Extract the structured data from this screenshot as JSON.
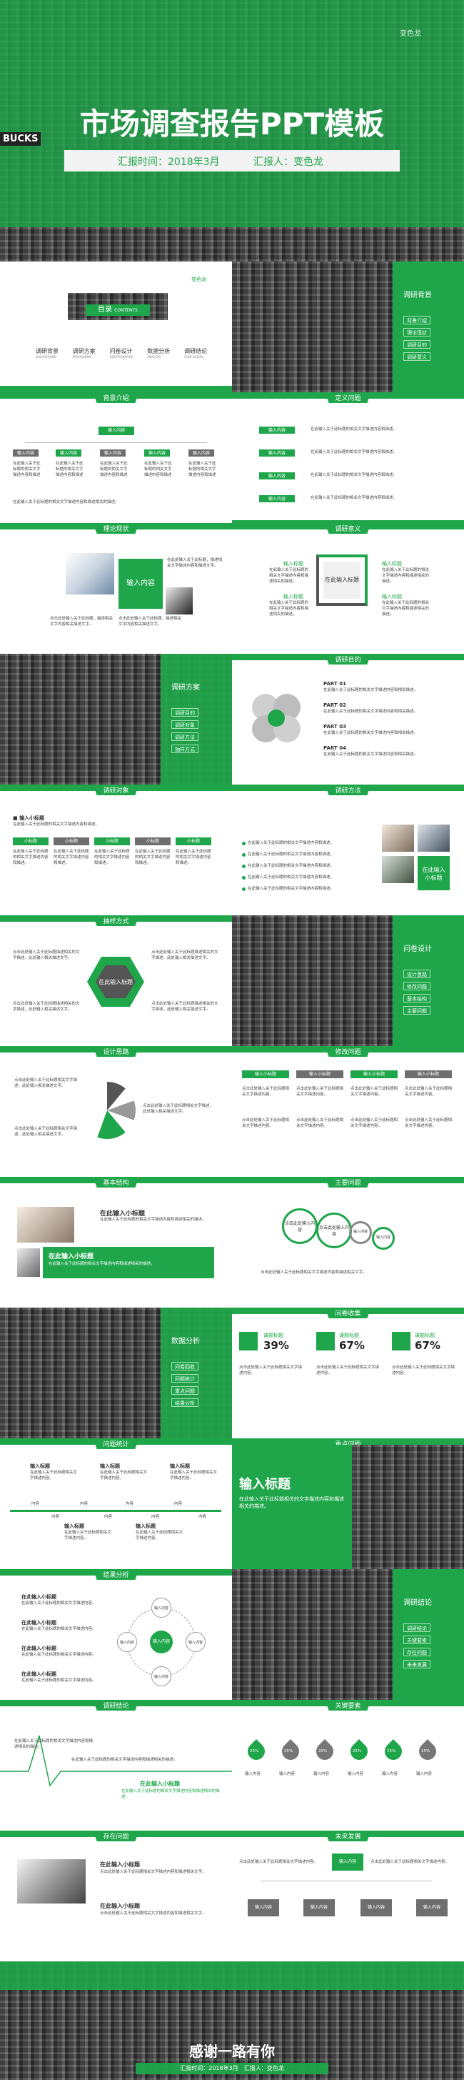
{
  "cover": {
    "title": "市场调查报告PPT模板",
    "time": "汇报时间：2018年3月",
    "reporter": "汇报人：变色龙",
    "logo": "变色龙",
    "store": "BUCKS"
  },
  "toc": {
    "heading": "目录",
    "heading_en": "CONTENTS",
    "brand": "变色龙",
    "items": [
      "调研背景",
      "调研方案",
      "问卷设计",
      "数据分析",
      "调研结论"
    ],
    "items_en": [
      "BACKGROUND",
      "PROGRAMME",
      "QUESTIONNAIRE",
      "ANALYSIS",
      "CONCLUSION"
    ]
  },
  "section1": {
    "title": "调研背景",
    "items": [
      "背景介绍",
      "理论现状",
      "调研目的",
      "调研意义"
    ]
  },
  "s_bg": {
    "title": "背景介绍",
    "top": "输入内容",
    "boxes": [
      "输入内容",
      "输入内容",
      "输入内容",
      "输入内容",
      "输入内容"
    ],
    "desc": "在此输入关于此标题的相关文字描述内容和描述",
    "foot": "在此输入关于此标题的相关文字描述内容和描述相关的描述。"
  },
  "s_def": {
    "title": "定义问题",
    "rows": [
      "输入内容",
      "输入内容",
      "输入内容",
      "输入内容"
    ],
    "desc": "在此输入关于此标题的相关文字描述内容和描述。"
  },
  "s_theory": {
    "title": "理论现状",
    "box": "输入内容",
    "t1": "在此处输入关于此标题，描述相关文字描述内容和描述文字。",
    "t2": "点击此处输入关于此标题，描述相关文字内容相关描述文字。",
    "t3": "点击此处输入关于此标题，描述相关文字内容相关描述文字。"
  },
  "s_sig": {
    "title": "调研意义",
    "center": "在此输入标题",
    "labels": [
      "输入标题",
      "输入标题",
      "输入标题",
      "输入标题"
    ],
    "desc": "在此输入关于此标题的相关文字描述内容和描述相关的描述。"
  },
  "section2": {
    "title": "调研方案",
    "items": [
      "调研目的",
      "调研对象",
      "调研方法",
      "抽样方式"
    ]
  },
  "s_purpose": {
    "title": "调研目的",
    "parts": [
      "PART 01",
      "PART 02",
      "PART 03",
      "PART 04"
    ],
    "desc": "在此输入关于此标题的相关文字描述内容和相关描述。"
  },
  "s_object": {
    "title": "调研对象",
    "head": "输入小标题",
    "sub": "在此输入关于此标题的相关文字描述内容和描述。",
    "cols": [
      "小标题",
      "小标题",
      "小标题",
      "小标题",
      "小标题"
    ],
    "desc": "在此输入关于此标题的相关文字描述内容和描述。"
  },
  "s_method": {
    "title": "调研方法",
    "items": [
      "在此输入关于此标题的相关文字描述内容和描述。",
      "在此输入关于此标题的相关文字描述内容和描述。",
      "在此输入关于此标题的相关文字描述内容和描述。",
      "在此输入关于此标题的相关文字描述内容和描述。",
      "在此输入关于此标题的相关文字描述内容和描述。"
    ],
    "box": "在此输入小标题"
  },
  "s_sample": {
    "title": "抽样方式",
    "center": "在此输入标题",
    "desc": "点击此处输入关于此标题描述相关的文字描述，此处输入相关描述文字。"
  },
  "section3": {
    "title": "问卷设计",
    "items": [
      "设计思路",
      "修改问题",
      "基本结构",
      "主要问题"
    ]
  },
  "s_design": {
    "title": "设计思路",
    "d1": "点击此处输入关于此标题相关文字描述，此处输入相关描述文字。",
    "d2": "点击此处输入关于此标题相关文字描述，此处输入相关描述文字。",
    "d3": "点击此处输入关于此标题相关文字描述，此处输入相关描述文字。"
  },
  "s_modify": {
    "title": "修改问题",
    "heads": [
      "输入小标题",
      "输入小标题",
      "输入小标题",
      "输入小标题"
    ],
    "desc": "点击此处输入关于此标题相关文字描述内容。"
  },
  "s_struct": {
    "title": "基本结构",
    "h1": "在此输入小标题",
    "h2": "在此输入小标题",
    "desc": "在此输入关于此标题的相关文字描述内容和描述相关的描述。"
  },
  "s_main": {
    "title": "主要问题",
    "c1": "点击此处输入内容",
    "c2": "点击此处输入内容",
    "c3": "输入内容",
    "c4": "输入内容",
    "desc": "点击此处输入关于此标题相关文字描述内容和描述相关文字。"
  },
  "section4": {
    "title": "数据分析",
    "items": [
      "问卷回收",
      "问题统计",
      "重点问题",
      "结果分析"
    ]
  },
  "s_collect": {
    "title": "问卷收集",
    "labels": [
      "课题标题",
      "课题标题",
      "课题标题"
    ],
    "pcts": [
      "39%",
      "67%",
      "67%"
    ],
    "desc": "点击此处输入关于此标题相关文字描述内容。"
  },
  "s_stats": {
    "title": "问题统计",
    "head": "输入标题",
    "desc": "在此输入关于此标题相关文字描述内容。",
    "nodes": [
      "内容",
      "内容",
      "内容",
      "内容",
      "内容",
      "内容",
      "内容",
      "内容"
    ]
  },
  "s_key": {
    "title": "重点问题",
    "head": "输入标题",
    "desc": "在此输入关于此标题相关的文字描述内容和描述相关的描述。"
  },
  "s_result": {
    "title": "结果分析",
    "heads": [
      "在此输入小标题",
      "在此输入小标题",
      "在此输入小标题",
      "在此输入小标题"
    ],
    "desc": "在此输入关于此标题的相关文字描述内容。",
    "center": "输入内容",
    "around": [
      "输入内容",
      "输入内容",
      "输入内容",
      "输入内容"
    ]
  },
  "section5": {
    "title": "调研结论",
    "items": [
      "调研结论",
      "关键要素",
      "存在问题",
      "未来发展"
    ]
  },
  "s_concl": {
    "title": "调研结论",
    "head": "在此输入小标题",
    "desc": "在此输入关于此标题的相关文字描述内容和描述相关的描述。"
  },
  "s_factor": {
    "title": "关键要素",
    "labels": [
      "输入内容",
      "输入内容",
      "输入内容",
      "输入内容",
      "输入内容",
      "输入内容"
    ],
    "pct": "25%"
  },
  "s_problem": {
    "title": "存在问题",
    "h1": "在此输入小标题",
    "h2": "在此输入小标题",
    "desc": "点击此处输入关于此标题相关文字描述内容和描述相关文字。"
  },
  "s_future": {
    "title": "未来发展",
    "top": "输入内容",
    "boxes": [
      "输入内容",
      "输入内容",
      "输入内容",
      "输入内容"
    ],
    "desc": "点击此处输入关于此标题相关文字描述内容。"
  },
  "end": {
    "title": "感谢一路有你",
    "sub": "汇报时间：2018年3月　汇报人：变色龙"
  }
}
